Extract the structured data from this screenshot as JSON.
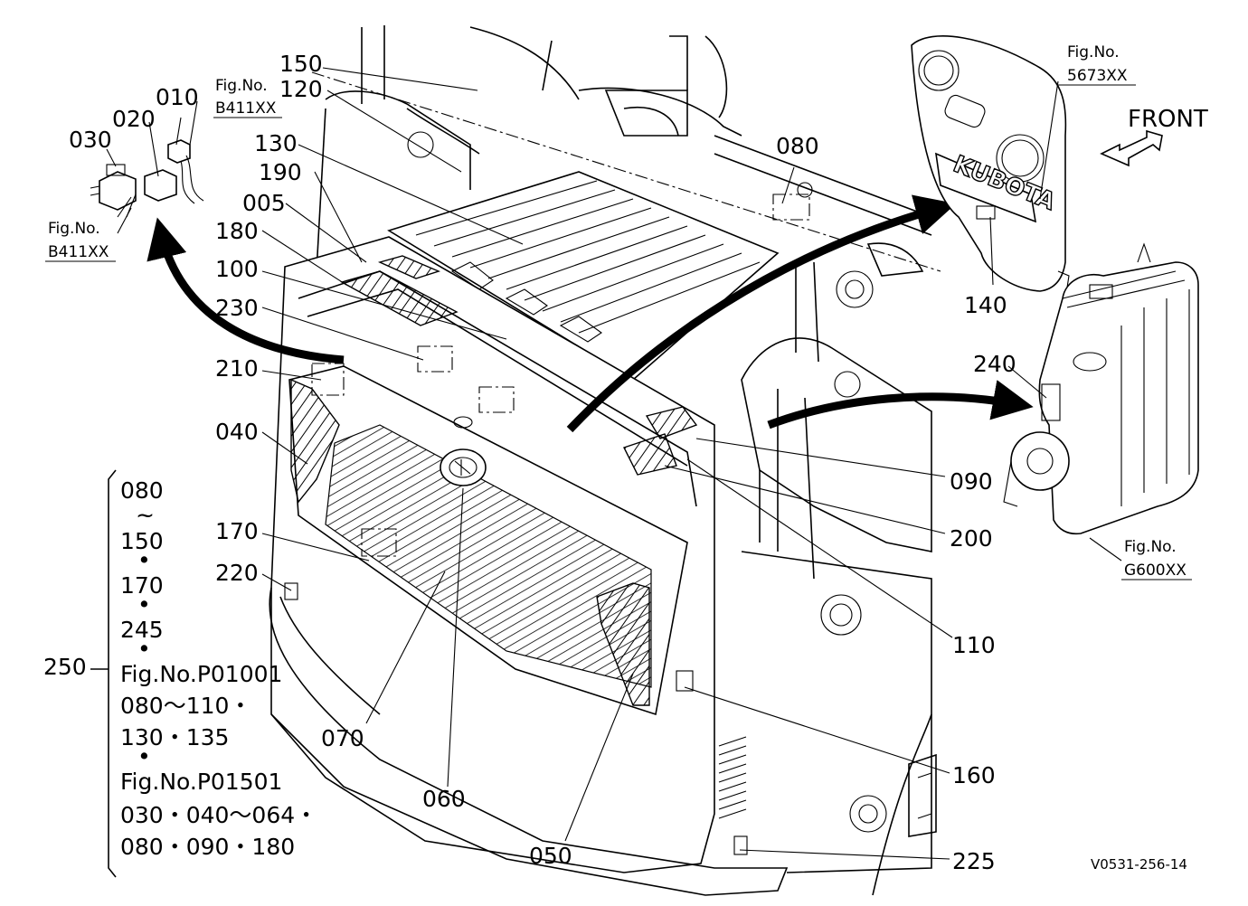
{
  "labels": {
    "p150": "150",
    "p120": "120",
    "p130": "130",
    "p190": "190",
    "p005": "005",
    "p180": "180",
    "p100": "100",
    "p230": "230",
    "p210": "210",
    "p040": "040",
    "p170": "170",
    "p220": "220",
    "p070": "070",
    "p060": "060",
    "p050": "050",
    "p080": "080",
    "p140": "140",
    "p240": "240",
    "p090": "090",
    "p200": "200",
    "p110": "110",
    "p160": "160",
    "p225": "225",
    "p010": "010",
    "p020": "020",
    "p030": "030",
    "p250": "250"
  },
  "refs": {
    "b411_top_title": "Fig.No.",
    "b411_top_code": "B411XX",
    "b411_left_title": "Fig.No.",
    "b411_left_code": "B411XX",
    "f5673_title": "Fig.No.",
    "f5673_code": "5673XX",
    "g600_title": "Fig.No.",
    "g600_code": "G600XX"
  },
  "front_label": "FRONT",
  "hood_brand": "KUBOTA",
  "set_list": [
    "080",
    "~",
    "150",
    "•",
    "170",
    "•",
    "245",
    "•",
    "Fig.No.P01001",
    "080～110・",
    "130・135",
    "•",
    "Fig.No.P01501",
    "030・040～064・",
    "080・090・180"
  ],
  "drawing_code": "V0531-256-14"
}
